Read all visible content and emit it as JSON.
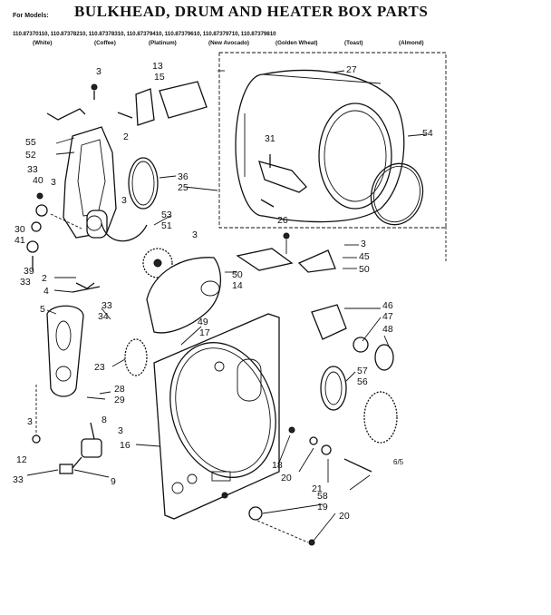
{
  "header": {
    "for_models_label": "For Models:",
    "title": "BULKHEAD, DRUM AND HEATER BOX PARTS",
    "model_list": "110.87370110, 110.87378210, 110.87378310, 110.87379410, 110.87379610, 110.87379710, 110.87379810",
    "colors": [
      "(White)",
      "(Coffee)",
      "(Platinum)",
      "(New Avocado)",
      "(Golden Wheat)",
      "(Toast)",
      "(Almond)"
    ]
  },
  "part_labels": {
    "l3a": "3",
    "l13": "13",
    "l15": "15",
    "l2a": "2",
    "l27": "27",
    "l55": "55",
    "l52": "52",
    "l31": "31",
    "l54": "54",
    "l36": "36",
    "l25": "25",
    "l33a": "33",
    "l40": "40",
    "l3b": "3",
    "l26": "26",
    "l53": "53",
    "l51": "51",
    "l30": "30",
    "l41": "41",
    "l39": "39",
    "l33b": "33",
    "l3c": "3",
    "l3d": "3",
    "l45": "45",
    "l50a": "50",
    "l2b": "2",
    "l50b": "50",
    "l14": "14",
    "l4": "4",
    "l33c": "33",
    "l34": "34",
    "l5": "5",
    "l46": "46",
    "l47": "47",
    "l48": "48",
    "l49": "49",
    "l17": "17",
    "l23": "23",
    "l57": "57",
    "l56": "56",
    "l28": "28",
    "l29": "29",
    "l3e": "3",
    "l8": "8",
    "l3f": "3",
    "l16": "16",
    "l12": "12",
    "l18": "18",
    "l20a": "20",
    "l21": "21",
    "l33d": "33",
    "l9": "9",
    "l58": "58",
    "l19": "19",
    "l20b": "20",
    "l3g": "3"
  },
  "page_mark": "6/5"
}
